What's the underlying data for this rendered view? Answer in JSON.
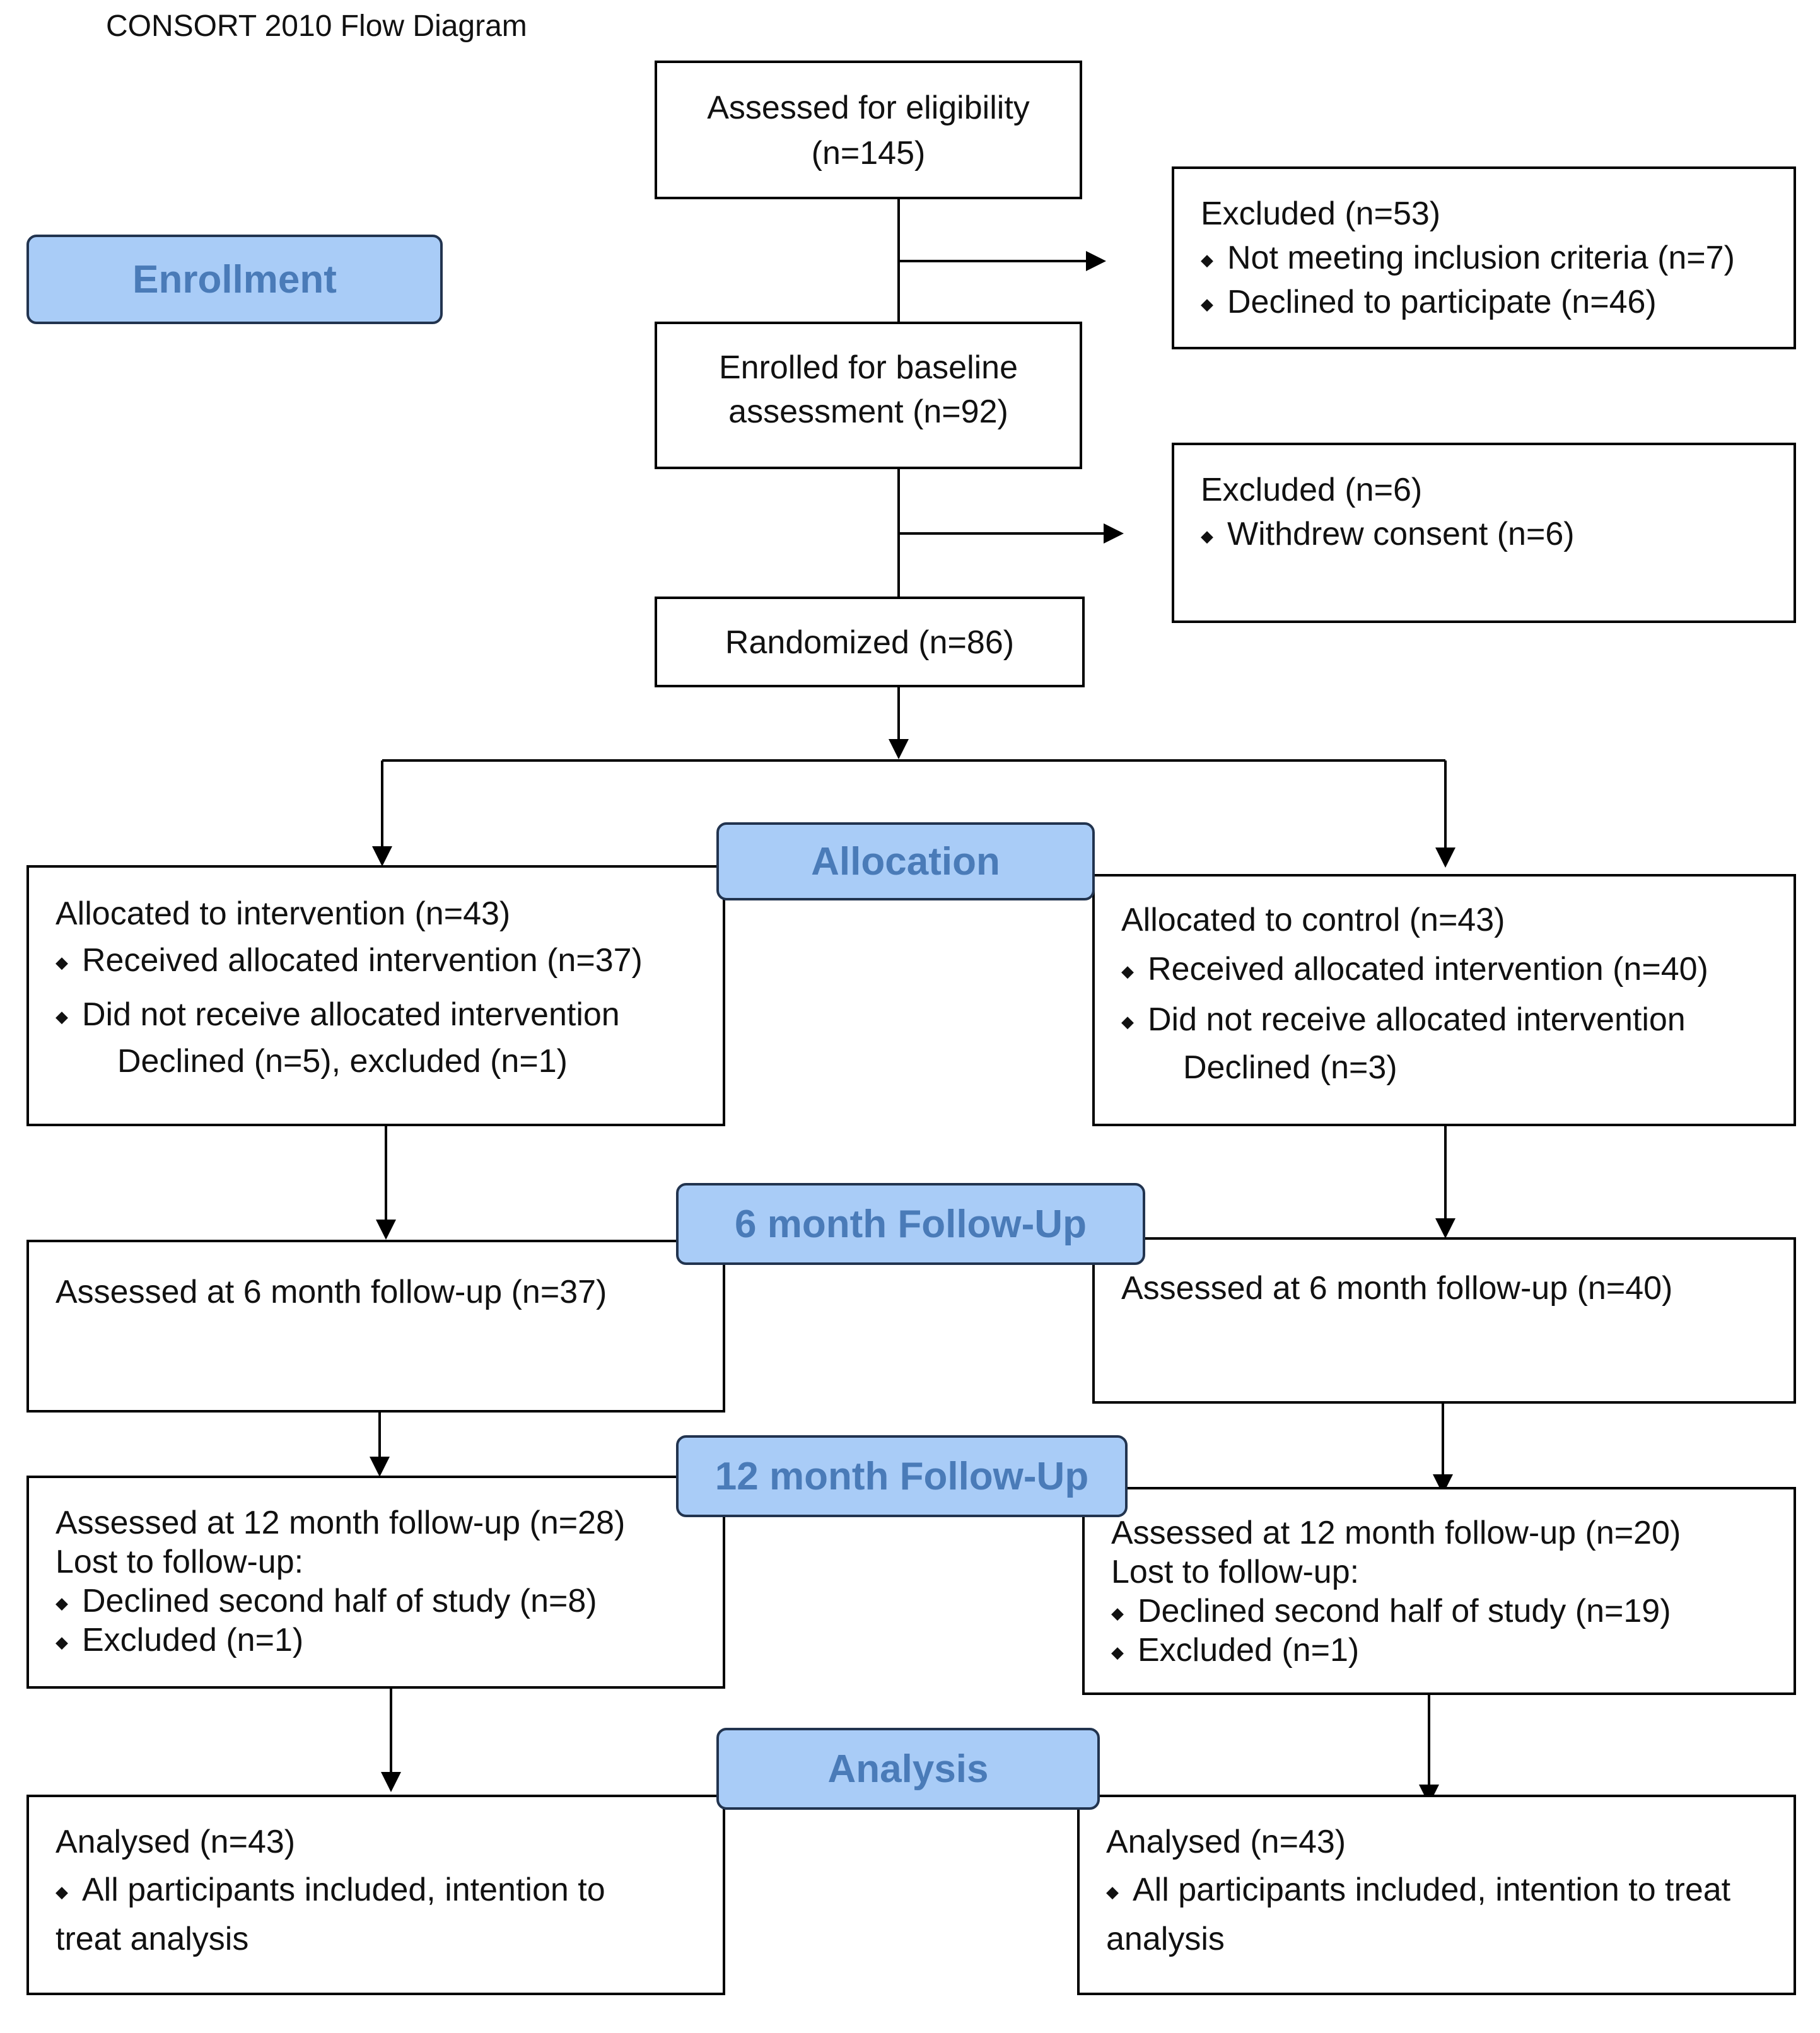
{
  "title": "CONSORT 2010 Flow Diagram",
  "stages": {
    "enrollment": "Enrollment",
    "allocation": "Allocation",
    "followup6": "6 month Follow-Up",
    "followup12": "12 month Follow-Up",
    "analysis": "Analysis"
  },
  "bullet_glyph": "◆",
  "assessed": {
    "line1": "Assessed for eligibility",
    "line2": "(n=145)"
  },
  "excluded1": {
    "head": "Excluded (n=53)",
    "items": [
      "Not meeting inclusion criteria (n=7)",
      "Declined to participate (n=46)"
    ]
  },
  "enrolled": {
    "line1": "Enrolled for baseline",
    "line2": "assessment (n=92)"
  },
  "excluded2": {
    "head": "Excluded (n=6)",
    "items": [
      "Withdrew consent (n=6)"
    ]
  },
  "randomized": "Randomized (n=86)",
  "alloc_intervention": {
    "head": "Allocated to intervention (n=43)",
    "item1": "Received allocated intervention (n=37)",
    "item2": "Did not receive allocated intervention",
    "sub": "Declined (n=5), excluded (n=1)"
  },
  "alloc_control": {
    "head": "Allocated to control (n=43)",
    "item1": "Received allocated intervention (n=40)",
    "item2": "Did not receive allocated intervention",
    "sub": "Declined (n=3)"
  },
  "fu6_left": "Assessed at 6 month follow-up (n=37)",
  "fu6_right": "Assessed at 6 month follow-up (n=40)",
  "fu12_left": {
    "head": "Assessed at 12 month follow-up (n=28)",
    "lost": "Lost to follow-up:",
    "item1": "Declined second half of study (n=8)",
    "item2": "Excluded (n=1)"
  },
  "fu12_right": {
    "head": "Assessed at 12 month follow-up (n=20)",
    "lost": "Lost to follow-up:",
    "item1": "Declined second half of study (n=19)",
    "item2": "Excluded (n=1)"
  },
  "analysis_left": {
    "head": "Analysed (n=43)",
    "item1": "All participants included, intention to",
    "cont": "treat analysis"
  },
  "analysis_right": {
    "head": "Analysed (n=43)",
    "item1": "All participants included, intention to treat",
    "cont": "analysis"
  }
}
